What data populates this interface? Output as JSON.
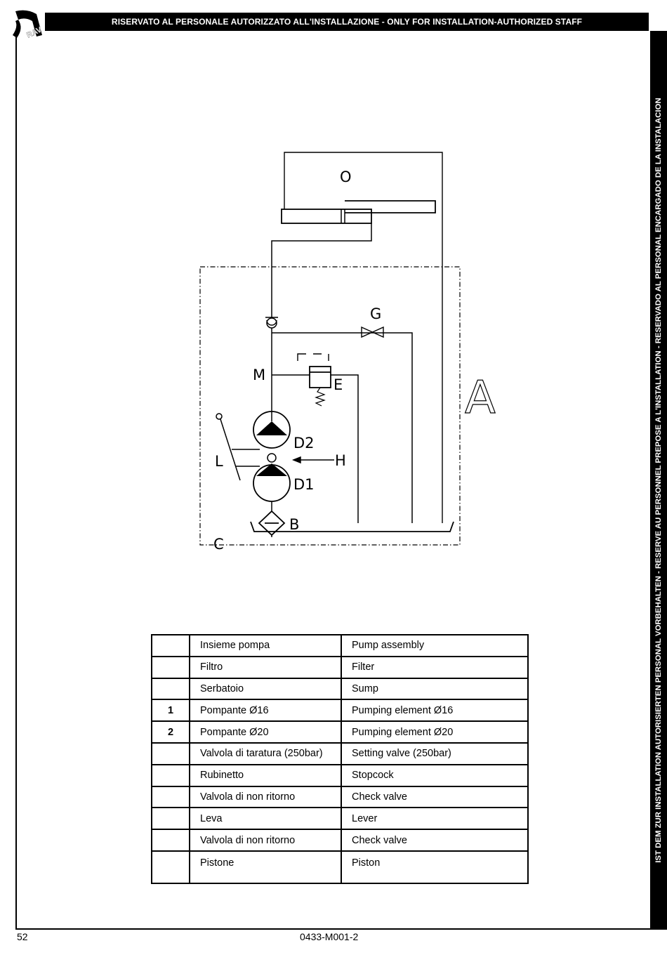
{
  "header": {
    "title": "RISERVATO AL PERSONALE AUTORIZZATO ALL'INSTALLAZIONE - ONLY FOR INSTALLATION-AUTHORIZED STAFF"
  },
  "sidebar": {
    "text": "IST DEM ZUR INSTALLATION AUTORISIERTEN PERSONAL VORBEHALTEN - RESERVE AU PERSONNEL PREPOSE A L'INSTALLATION - RESERVADO AL PERSONAL ENCARGADO DE LA INSTALACION"
  },
  "logo": {
    "text": "RAV"
  },
  "diagram": {
    "labels": {
      "O": "O",
      "G": "G",
      "M": "M",
      "E": "E",
      "D2": "D2",
      "H": "H",
      "L": "L",
      "D1": "D1",
      "B": "B",
      "C": "C",
      "A": "A"
    }
  },
  "legend": {
    "rows": [
      {
        "num": "",
        "it": "Insieme pompa",
        "en": "Pump assembly"
      },
      {
        "num": "",
        "it": "Filtro",
        "en": "Filter"
      },
      {
        "num": "",
        "it": "Serbatoio",
        "en": "Sump"
      },
      {
        "num": "1",
        "it": "Pompante Ø16",
        "en": "Pumping element Ø16"
      },
      {
        "num": "2",
        "it": "Pompante Ø20",
        "en": "Pumping element Ø20"
      },
      {
        "num": "",
        "it": "Valvola di taratura (250bar)",
        "en": "Setting valve (250bar)"
      },
      {
        "num": "",
        "it": "Rubinetto",
        "en": "Stopcock"
      },
      {
        "num": "",
        "it": "Valvola di non ritorno",
        "en": "Check valve"
      },
      {
        "num": "",
        "it": "Leva",
        "en": "Lever"
      },
      {
        "num": "",
        "it": "Valvola di non ritorno",
        "en": "Check valve"
      },
      {
        "num": "",
        "it": "Pistone",
        "en": "Piston"
      }
    ]
  },
  "footer": {
    "page_number": "52",
    "doc_code": "0433-M001-2"
  }
}
